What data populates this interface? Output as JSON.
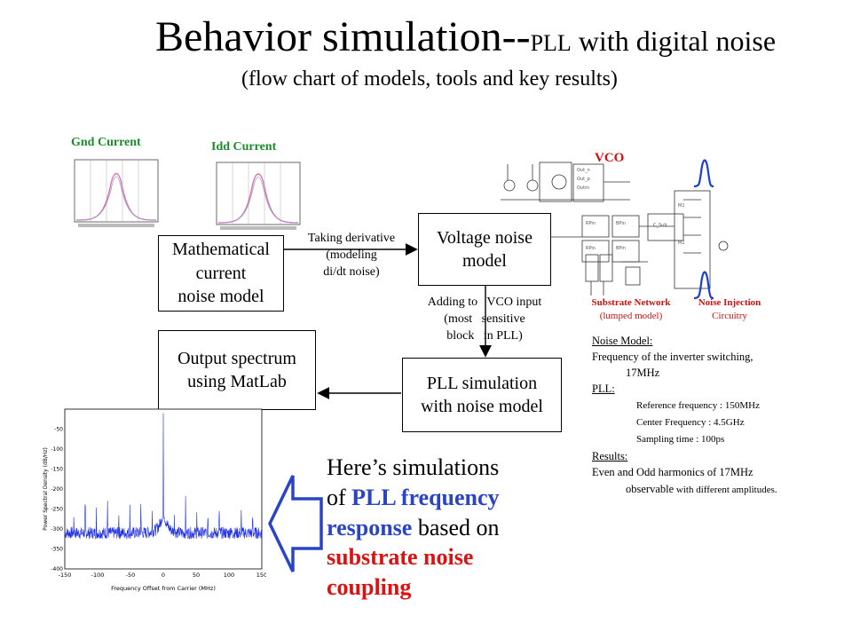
{
  "title": {
    "main": "Behavior simulation--",
    "pll": "PLL",
    "rest": " with digital noise"
  },
  "subtitle": "(flow chart of models, tools and key results)",
  "labels": {
    "gnd_current": "Gnd Current",
    "idd_current": "Idd Current",
    "vco": "VCO",
    "substrate_network_1": "Substrate Network",
    "substrate_network_2": "(lumped model)",
    "noise_injection_1": "Noise Injection",
    "noise_injection_2": "Circuitry"
  },
  "boxes": {
    "math_model": [
      "Mathematical",
      "current",
      "noise model"
    ],
    "voltage_model": [
      "Voltage noise",
      "model"
    ],
    "pll_sim": [
      "PLL simulation",
      "with noise model"
    ],
    "output_spectrum": [
      "Output spectrum",
      "using MatLab"
    ]
  },
  "edges": {
    "derivative": [
      "Taking derivative",
      "(modeling",
      "di/dt noise)"
    ],
    "adding": [
      "Adding to   VCO input",
      "(most   sensitive",
      "block   in PLL)"
    ]
  },
  "notes": {
    "noise_model_head": "Noise Model:",
    "noise_model_text_1": "Frequency of the inverter switching,",
    "noise_model_text_2": "17MHz",
    "pll_head": "PLL:",
    "pll_items": [
      "Reference frequency : 150MHz",
      "Center Frequency : 4.5GHz",
      "Sampling time : 100ps"
    ],
    "results_head": "Results:",
    "results_text_1": "Even and Odd harmonics of 17MHz",
    "results_text_2a": "observable",
    "results_text_2b": " with different amplitudes."
  },
  "summary": {
    "line1": "Here’s simulations",
    "line2a": "of ",
    "line2b": "PLL frequency",
    "line3a": "response",
    "line3b": " based on",
    "line4": "substrate noise",
    "line5": "coupling"
  },
  "spectrum_chart": {
    "xlabel": "Frequency Offset from Carrier (MHz)",
    "ylabel": "Power Spectral Density (dB/Hz)",
    "xticks": [
      "-150",
      "-100",
      "-50",
      "0",
      "50",
      "100",
      "150"
    ],
    "yticks": [
      "-50",
      "-100",
      "-150",
      "-200",
      "-250",
      "-300",
      "-350",
      "-400"
    ],
    "xlim": [
      -150,
      150
    ],
    "ylim": [
      -400,
      0
    ]
  },
  "colors": {
    "green": "#1a8c2a",
    "red": "#cc1111",
    "blue": "#2a44c9",
    "trace_blue": "#1f2fe0"
  }
}
